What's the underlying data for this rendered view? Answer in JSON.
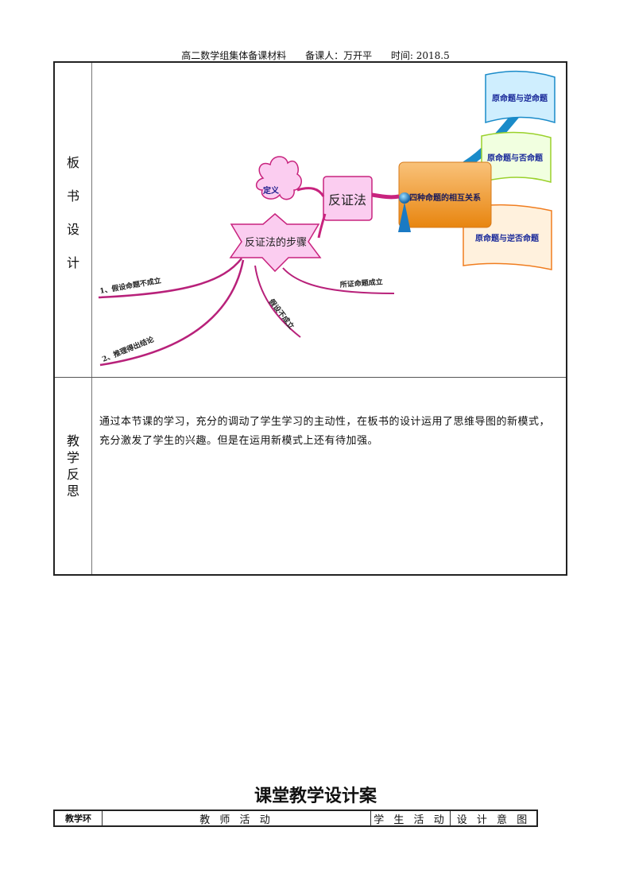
{
  "header": {
    "title": "高二数学组集体备课材料",
    "preparer": "备课人：万开平",
    "time": "时间: 2018.5"
  },
  "board": {
    "label_chars": [
      "板",
      "书",
      "设",
      "计"
    ],
    "mindmap": {
      "definition": "定义",
      "proof_method": "反证法",
      "steps": "反证法的步骤",
      "four_propositions": "四种命题的相互关系",
      "converse": "原命题与逆命题",
      "negation": "原命题与否命题",
      "contrapositive": "原命题与逆否命题",
      "step1": "1、假设命题不成立",
      "step2": "2、推理得出结论",
      "assumption_false": "假设不成立",
      "proposition_true": "所证命题成立"
    }
  },
  "reflection": {
    "label_chars": [
      "教",
      "学",
      "反",
      "思"
    ],
    "text": "通过本节课的学习，充分的调动了学生学习的主动性，在板书的设计运用了思维导图的新模式，充分激发了学生的兴趣。但是在运用新模式上还有待加强。"
  },
  "lesson_plan": {
    "title": "课堂教学设计案",
    "columns": [
      "教学环",
      "教 师 活 动",
      "学 生 活 动",
      "设 计 意 图"
    ]
  },
  "colors": {
    "pink": "#f9c7ef",
    "magenta": "#c8237e",
    "orange": "#f0932b",
    "blue_branch": "#1a8bc9",
    "green_branch": "#9ad12b",
    "orange_branch": "#f07d1f"
  }
}
